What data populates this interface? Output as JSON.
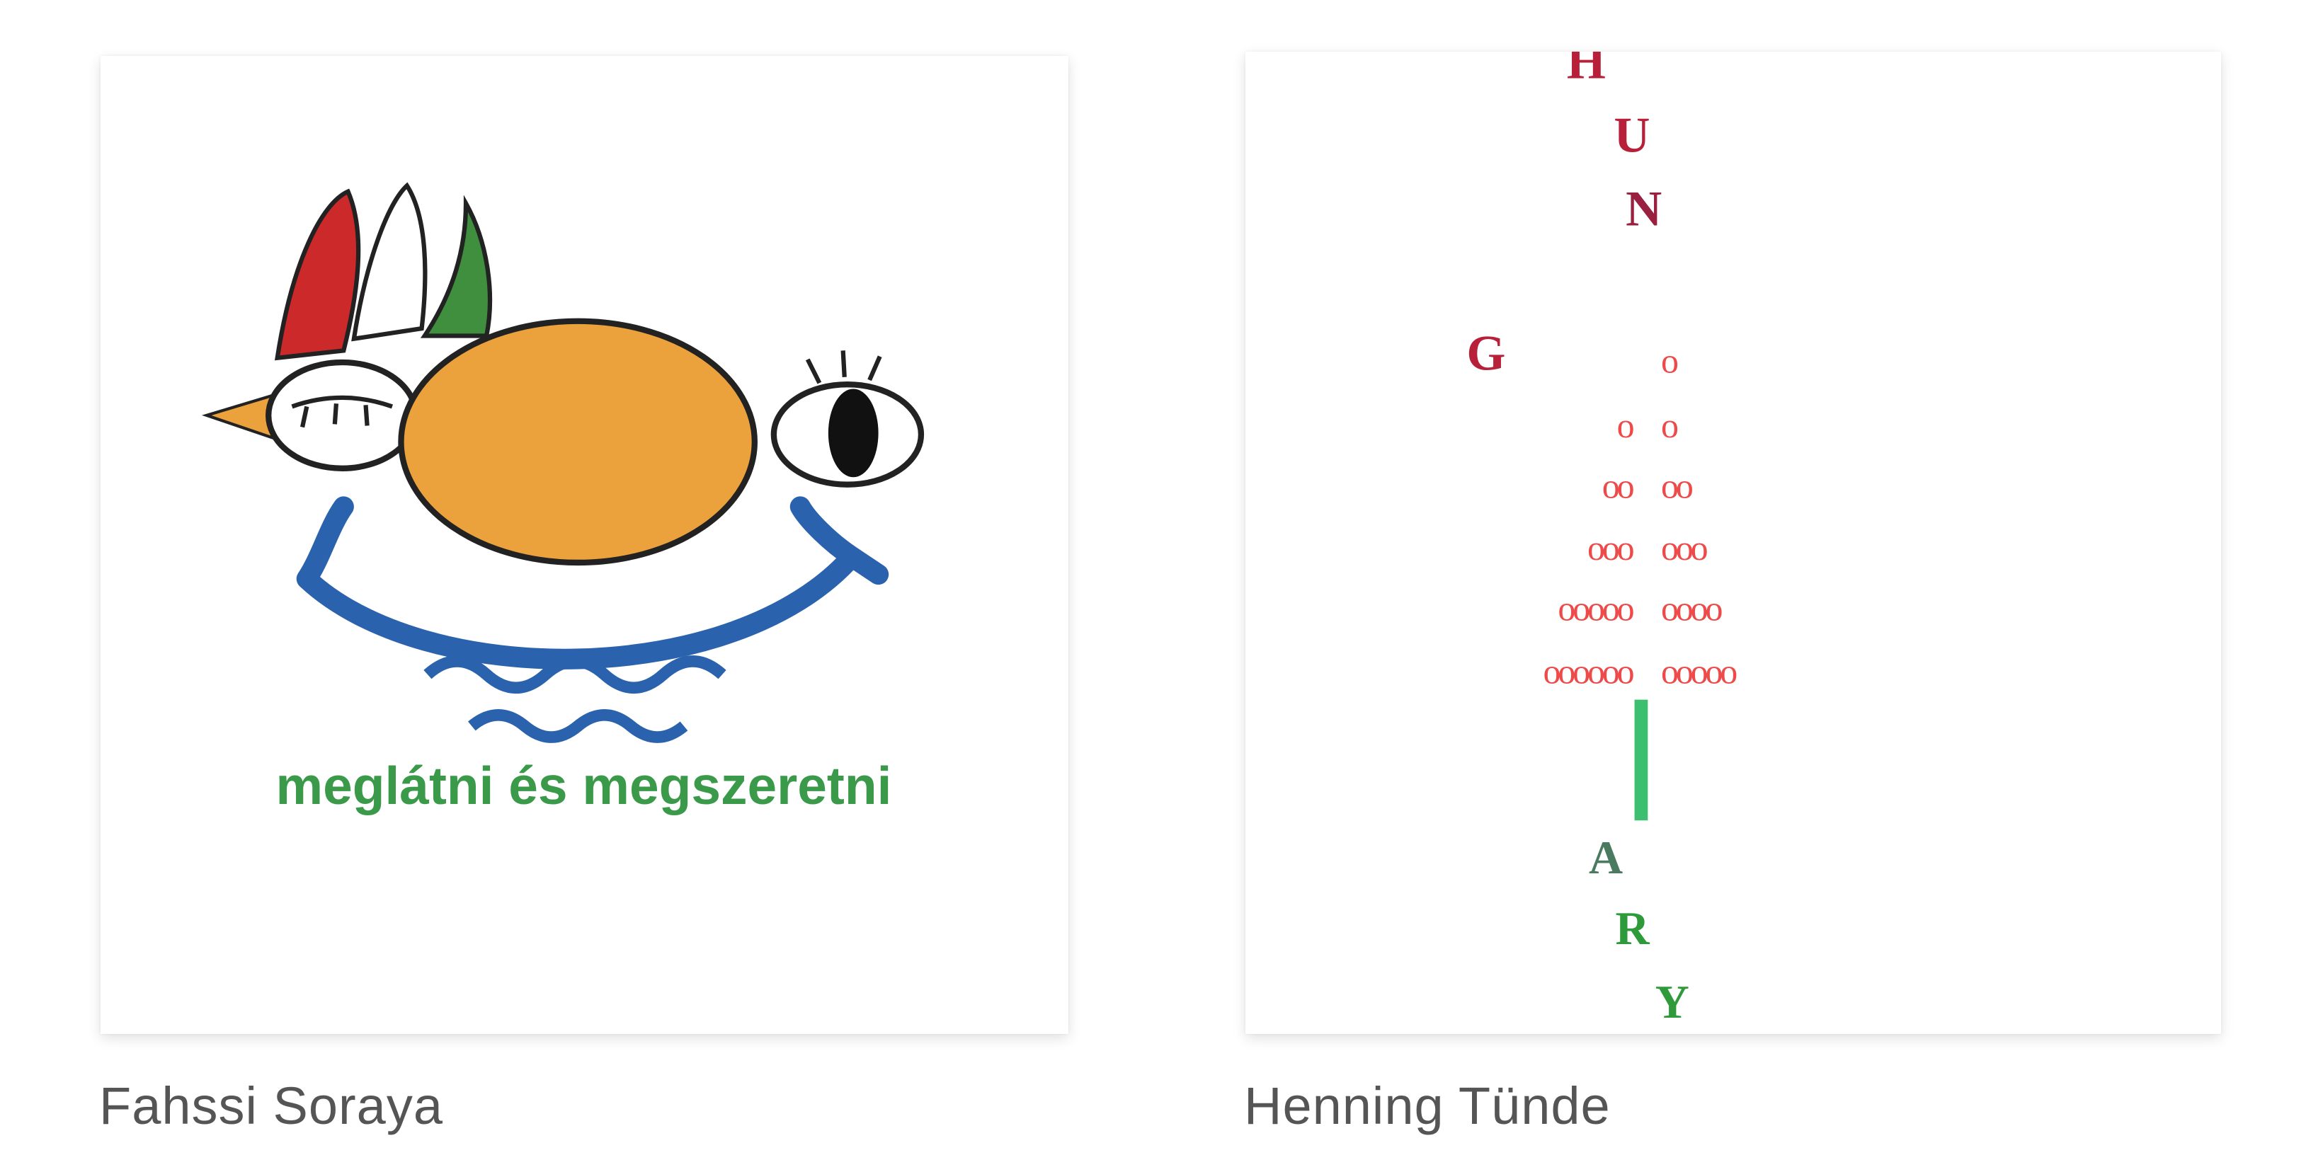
{
  "gallery": {
    "items": [
      {
        "author": "Fahssi Soraya",
        "logo_text": "meglátni és megszeretni",
        "colors": {
          "red": "#cc2a2a",
          "green": "#3f8f3f",
          "orange": "#eba23c",
          "blue": "#2a62ad",
          "text_green": "#3a9a4a"
        }
      },
      {
        "author": "Henning Tünde",
        "letters": [
          "H",
          "U",
          "N",
          "G",
          "A",
          "R",
          "Y"
        ],
        "tree_rows": [
          {
            "left": "",
            "right": "o"
          },
          {
            "left": "o",
            "right": "o"
          },
          {
            "left": "oo",
            "right": "oo"
          },
          {
            "left": "ooo",
            "right": "ooo"
          },
          {
            "left": "ooooo",
            "right": "oooo"
          },
          {
            "left": "oooooo",
            "right": "ooooo"
          }
        ]
      }
    ]
  }
}
